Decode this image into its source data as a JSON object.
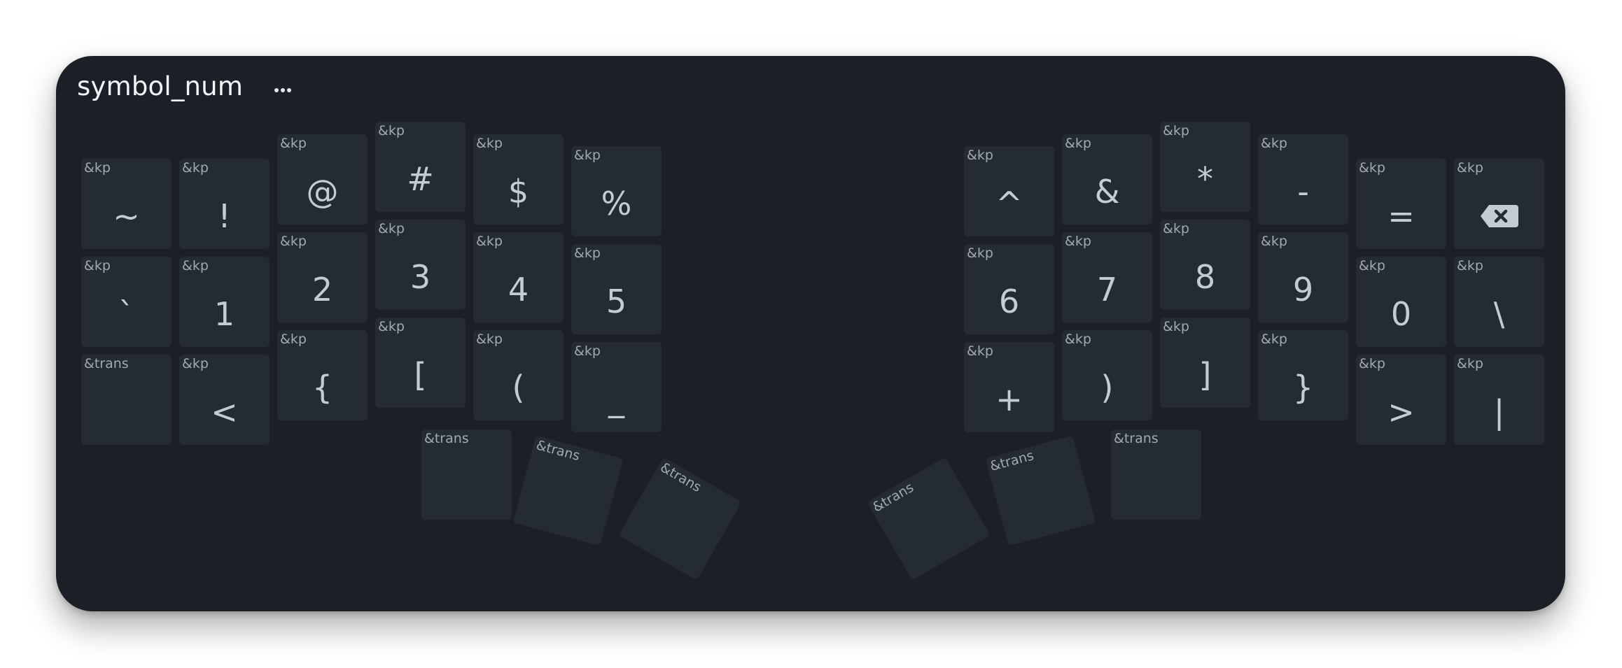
{
  "layer": {
    "title": "symbol_num",
    "more_icon": "ellipsis-icon"
  },
  "keys": [
    {
      "binding": "&kp",
      "legend": "~"
    },
    {
      "binding": "&kp",
      "legend": "!"
    },
    {
      "binding": "&kp",
      "legend": "@"
    },
    {
      "binding": "&kp",
      "legend": "#"
    },
    {
      "binding": "&kp",
      "legend": "$"
    },
    {
      "binding": "&kp",
      "legend": "%"
    },
    {
      "binding": "&kp",
      "legend": "^"
    },
    {
      "binding": "&kp",
      "legend": "&"
    },
    {
      "binding": "&kp",
      "legend": "*"
    },
    {
      "binding": "&kp",
      "legend": "-"
    },
    {
      "binding": "&kp",
      "legend": "="
    },
    {
      "binding": "&kp",
      "legend": "",
      "icon": "backspace-icon"
    },
    {
      "binding": "&kp",
      "legend": "`"
    },
    {
      "binding": "&kp",
      "legend": "1"
    },
    {
      "binding": "&kp",
      "legend": "2"
    },
    {
      "binding": "&kp",
      "legend": "3"
    },
    {
      "binding": "&kp",
      "legend": "4"
    },
    {
      "binding": "&kp",
      "legend": "5"
    },
    {
      "binding": "&kp",
      "legend": "6"
    },
    {
      "binding": "&kp",
      "legend": "7"
    },
    {
      "binding": "&kp",
      "legend": "8"
    },
    {
      "binding": "&kp",
      "legend": "9"
    },
    {
      "binding": "&kp",
      "legend": "0"
    },
    {
      "binding": "&kp",
      "legend": "\\"
    },
    {
      "binding": "&trans",
      "legend": ""
    },
    {
      "binding": "&kp",
      "legend": "<"
    },
    {
      "binding": "&kp",
      "legend": "{"
    },
    {
      "binding": "&kp",
      "legend": "["
    },
    {
      "binding": "&kp",
      "legend": "("
    },
    {
      "binding": "&kp",
      "legend": "_"
    },
    {
      "binding": "&kp",
      "legend": "+"
    },
    {
      "binding": "&kp",
      "legend": ")"
    },
    {
      "binding": "&kp",
      "legend": "]"
    },
    {
      "binding": "&kp",
      "legend": "}"
    },
    {
      "binding": "&kp",
      "legend": ">"
    },
    {
      "binding": "&kp",
      "legend": "|"
    },
    {
      "binding": "&trans",
      "legend": ""
    },
    {
      "binding": "&trans",
      "legend": ""
    },
    {
      "binding": "&trans",
      "legend": ""
    },
    {
      "binding": "&trans",
      "legend": ""
    },
    {
      "binding": "&trans",
      "legend": ""
    },
    {
      "binding": "&trans",
      "legend": ""
    }
  ]
}
